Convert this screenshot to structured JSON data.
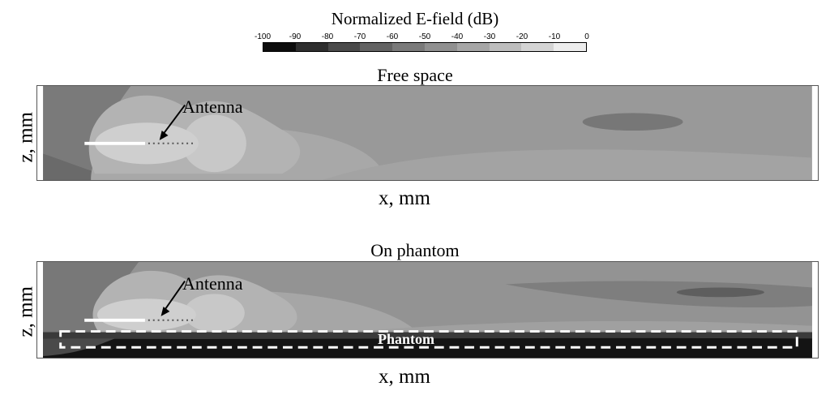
{
  "colorbar": {
    "title": "Normalized E-field (dB)",
    "ticks": [
      "-100",
      "-90",
      "-80",
      "-70",
      "-60",
      "-50",
      "-40",
      "-30",
      "-20",
      "-10",
      "0"
    ],
    "colors": [
      "#0d0d0d",
      "#2e2e2e",
      "#4a4a4a",
      "#636363",
      "#7a7a7a",
      "#909090",
      "#a6a6a6",
      "#bdbdbd",
      "#d4d4d4",
      "#ededed"
    ]
  },
  "panels": [
    {
      "title": "Free space",
      "xlabel": "x, mm",
      "ylabel": "z, mm",
      "annotation": "Antenna"
    },
    {
      "title": "On phantom",
      "xlabel": "x, mm",
      "ylabel": "z, mm",
      "annotation": "Antenna",
      "region_label": "Phantom"
    }
  ]
}
